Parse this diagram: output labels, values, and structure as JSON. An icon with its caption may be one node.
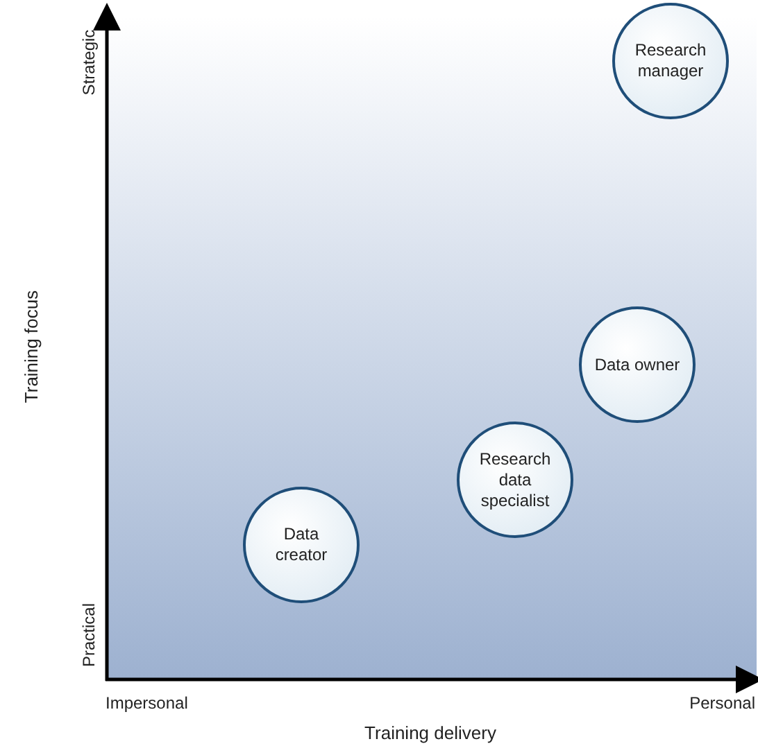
{
  "diagram": {
    "nodes": [
      {
        "text": [
          "Research manager"
        ]
      },
      {
        "text": [
          "Data owner"
        ]
      },
      {
        "text": [
          "Research data specialist"
        ]
      },
      {
        "text": [
          "Data creator"
        ]
      }
    ],
    "labels": [
      "Strategic",
      "Training focus",
      "Practical",
      "Impersonal",
      "Personal",
      "Training delivery"
    ]
  }
}
